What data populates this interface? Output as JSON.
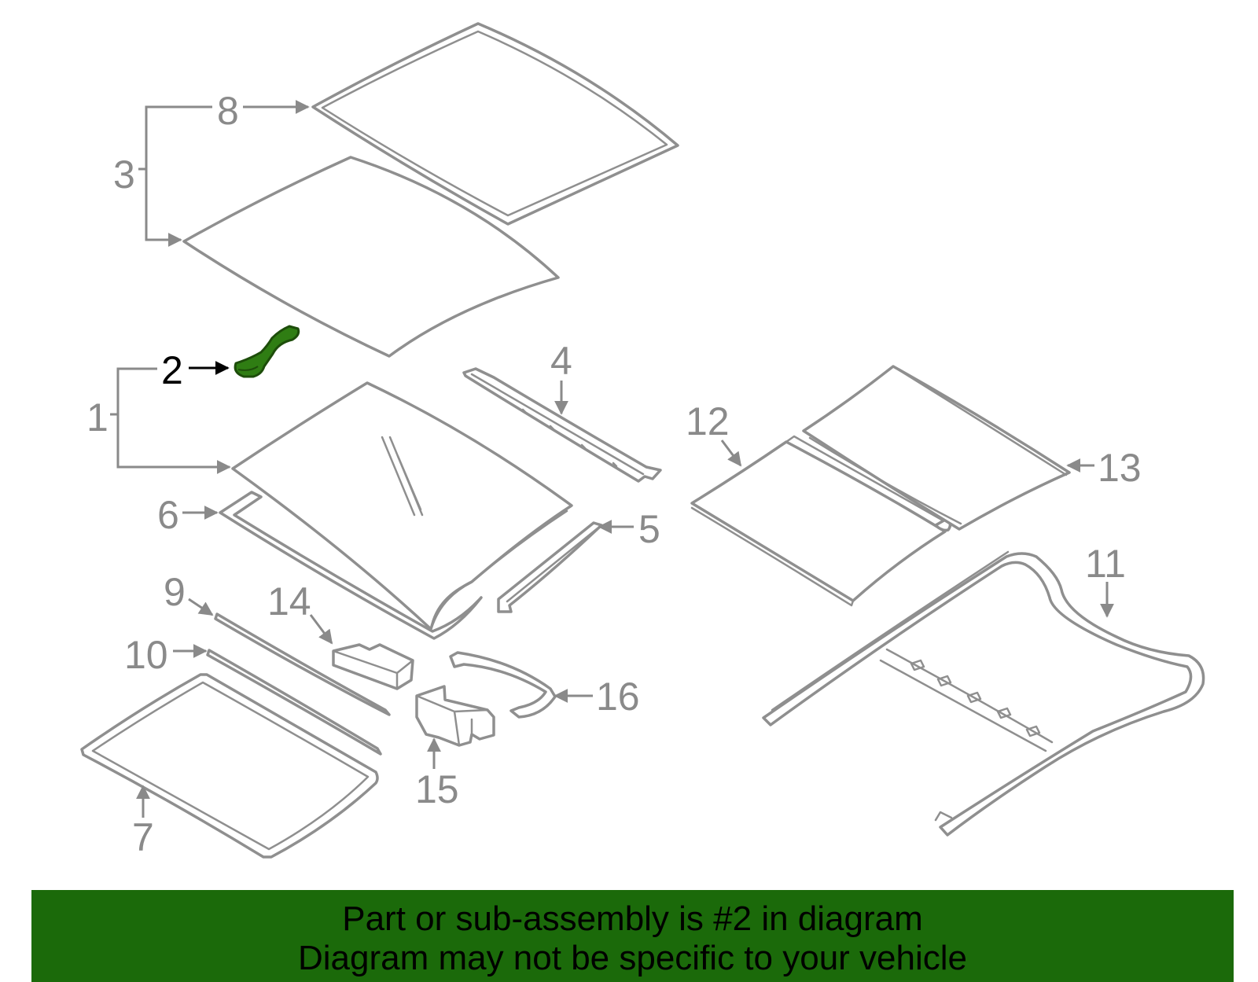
{
  "diagram": {
    "highlight_color": "#2f7d13",
    "callouts": {
      "c1": "1",
      "c2": "2",
      "c3": "3",
      "c4": "4",
      "c5": "5",
      "c6": "6",
      "c7": "7",
      "c8": "8",
      "c9": "9",
      "c10": "10",
      "c11": "11",
      "c12": "12",
      "c13": "13",
      "c14": "14",
      "c15": "15",
      "c16": "16"
    }
  },
  "banner": {
    "color": "#1b6a0a",
    "line1": "Part or sub-assembly is #2 in diagram",
    "line2": "Diagram may not be specific to your vehicle"
  }
}
